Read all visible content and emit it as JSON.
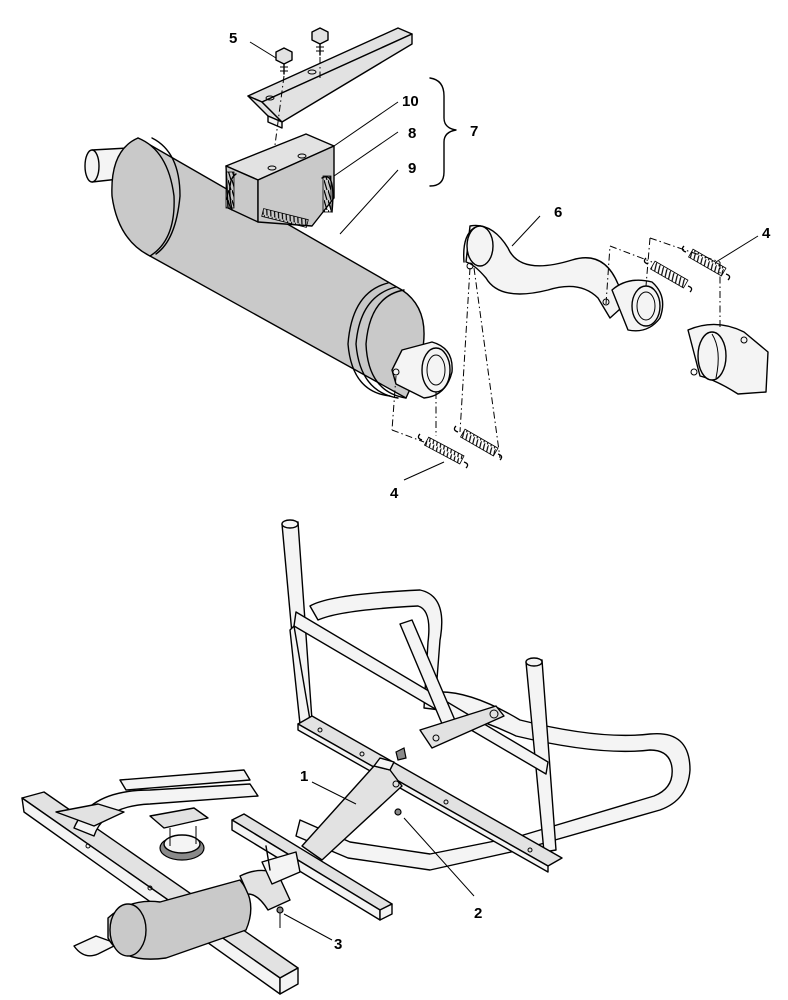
{
  "callouts": {
    "c1": "1",
    "c2": "2",
    "c3": "3",
    "c4a": "4",
    "c4b": "4",
    "c5": "5",
    "c6": "6",
    "c7": "7",
    "c8": "8",
    "c9": "9",
    "c10": "10"
  }
}
